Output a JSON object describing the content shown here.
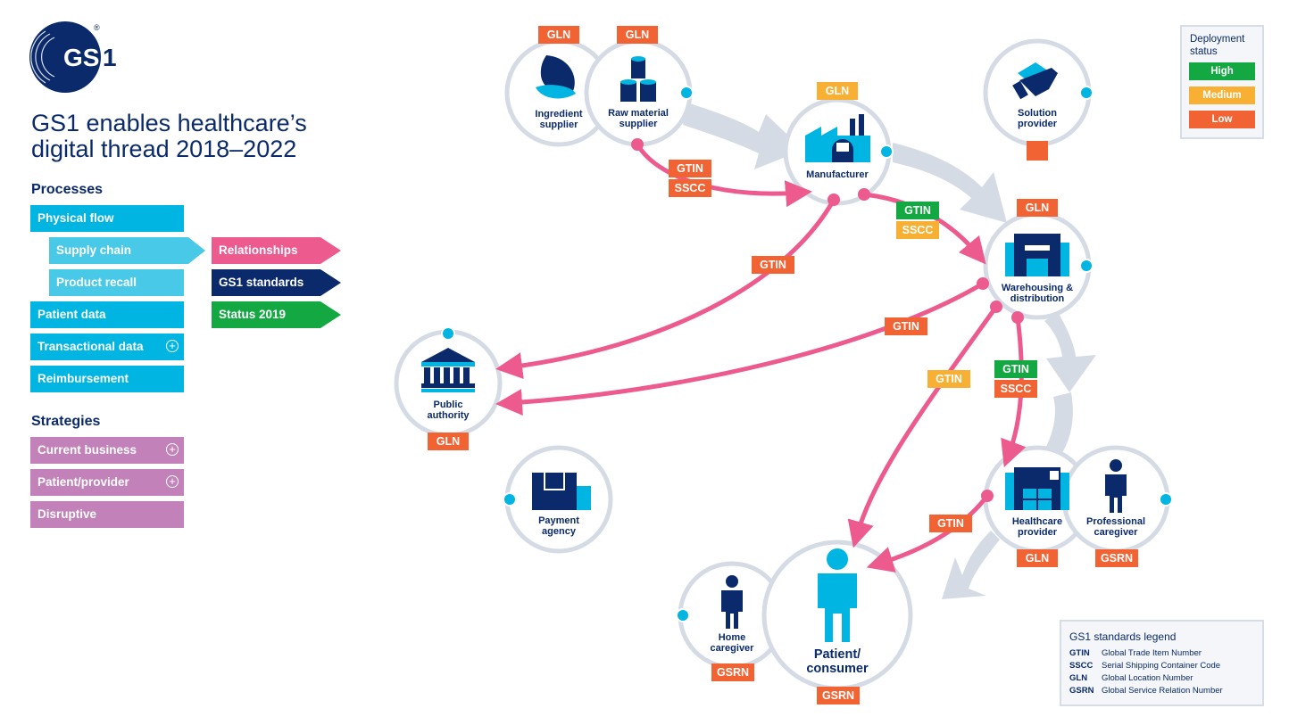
{
  "brand": {
    "logo_text": "GS1",
    "registered": "®"
  },
  "title": "GS1 enables healthcare’s digital thread 2018–2022",
  "processes": {
    "heading": "Processes",
    "physical_flow": "Physical flow",
    "supply_chain": "Supply chain",
    "product_recall": "Product recall",
    "patient_data": "Patient data",
    "transactional_data": "Transactional data",
    "reimbursement": "Reimbursement"
  },
  "layers": {
    "relationships": "Relationships",
    "gs1_standards": "GS1 standards",
    "status_2019": "Status 2019"
  },
  "strategies": {
    "heading": "Strategies",
    "current_business": "Current business",
    "patient_provider": "Patient/provider",
    "disruptive": "Disruptive"
  },
  "nodes": {
    "ingredient_supplier": "Ingredient supplier",
    "raw_material_supplier": "Raw material supplier",
    "manufacturer": "Manufacturer",
    "solution_provider": "Solution provider",
    "warehousing": "Warehousing & distribution",
    "public_authority": "Public authority",
    "payment_agency": "Payment agency",
    "healthcare_provider": "Healthcare provider",
    "professional_caregiver": "Professional caregiver",
    "home_caregiver": "Home caregiver",
    "patient_consumer": "Patient/ consumer"
  },
  "tags": {
    "gln": "GLN",
    "gtin": "GTIN",
    "sscc": "SSCC",
    "gsrn": "GSRN"
  },
  "deployment_legend": {
    "heading": "Deployment status",
    "high": "High",
    "medium": "Medium",
    "low": "Low"
  },
  "standards_legend": {
    "heading": "GS1 standards legend",
    "rows": [
      {
        "abbr": "GTIN",
        "desc": "Global Trade Item Number"
      },
      {
        "abbr": "SSCC",
        "desc": "Serial Shipping Container Code"
      },
      {
        "abbr": "GLN",
        "desc": "Global Location Number"
      },
      {
        "abbr": "GSRN",
        "desc": "Global Service Relation Number"
      }
    ]
  },
  "colors": {
    "navy": "#0a2a6b",
    "cyan": "#00b5e2",
    "light_cyan": "#48c9e8",
    "pink": "#ec5a8e",
    "purple": "#c281b8",
    "green": "#14a842",
    "orange_low": "#f26334",
    "amber_medium": "#f7b034",
    "grey_flow": "#d5dbe5"
  }
}
